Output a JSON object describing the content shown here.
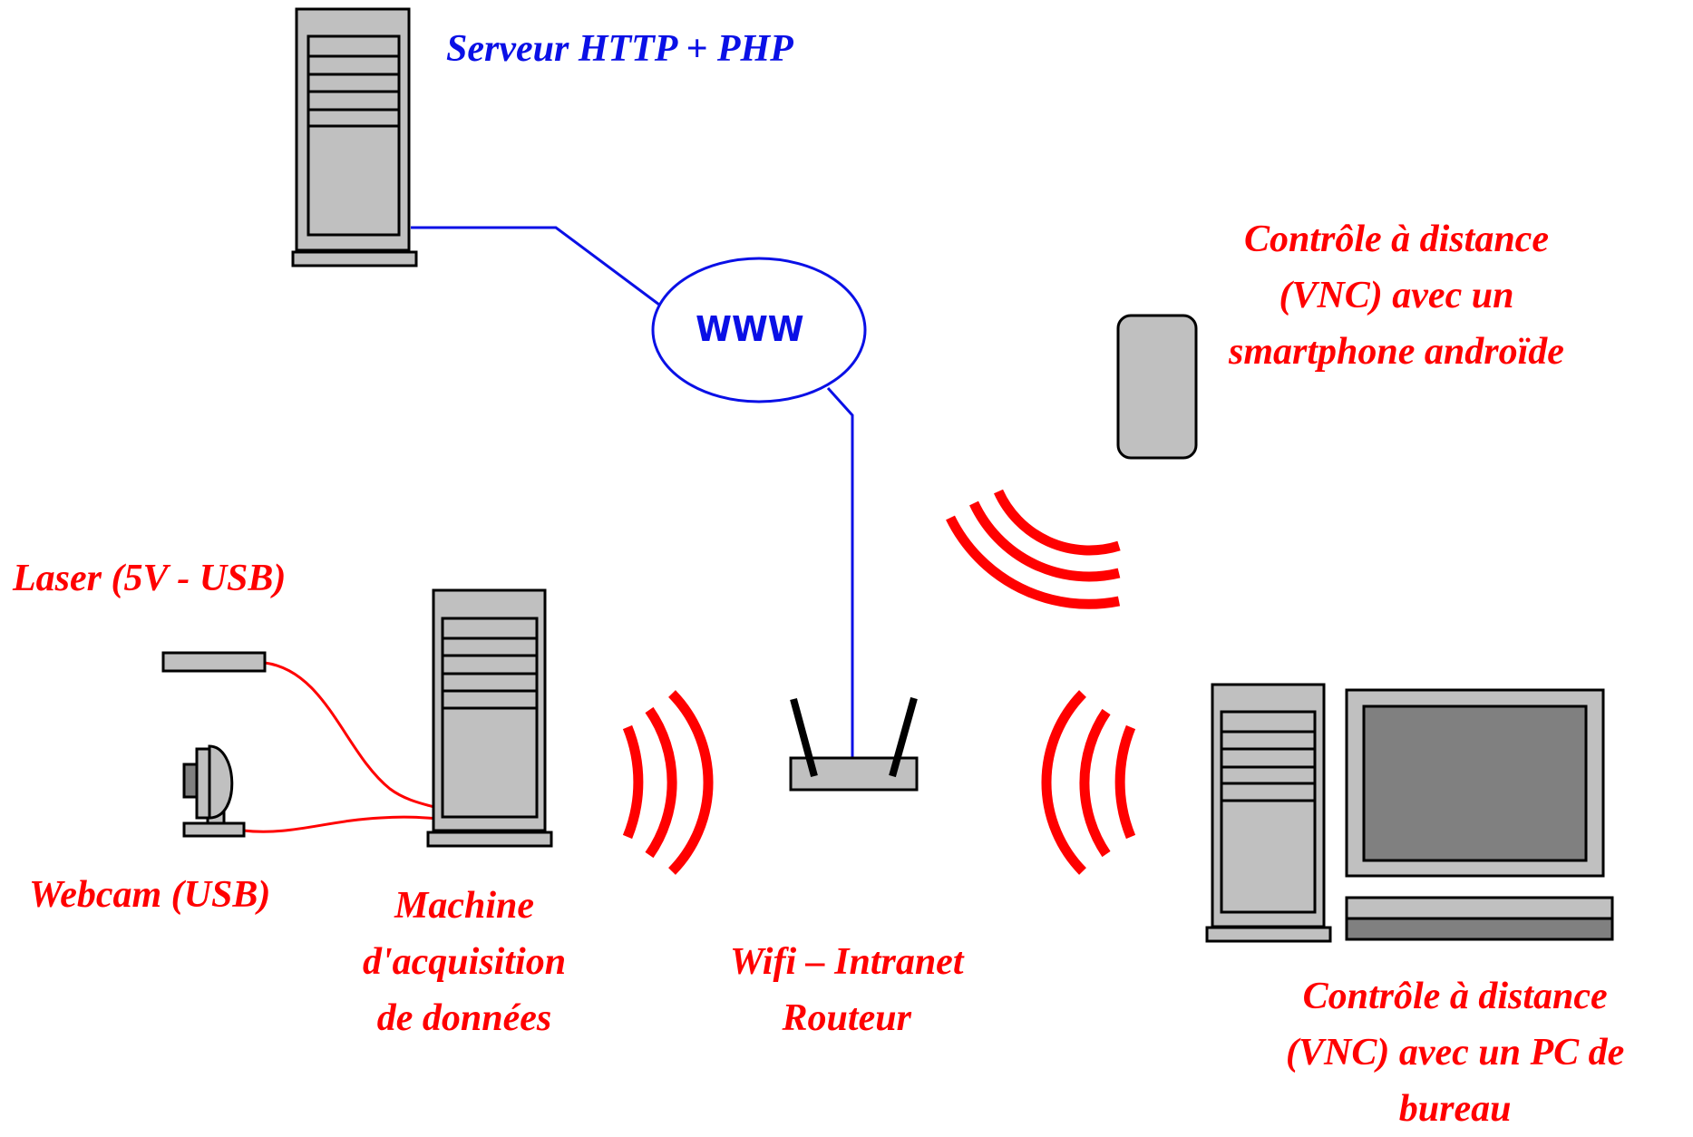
{
  "labels": {
    "server": "Serveur HTTP + PHP",
    "www": "WWW",
    "smartphone": [
      "Contrôle à distance",
      "(VNC) avec un",
      "smartphone androïde"
    ],
    "laser": "Laser (5V - USB)",
    "webcam": "Webcam (USB)",
    "acquisition": [
      "Machine",
      "d'acquisition",
      "de données"
    ],
    "router": [
      "Wifi – Intranet",
      "Routeur"
    ],
    "desktop_pc": [
      "Contrôle à distance",
      "(VNC) avec un PC de",
      "bureau"
    ]
  },
  "colors": {
    "wired_internet": "#0a10e6",
    "usb_cable": "#ff0000",
    "wifi_waves": "#ff0000",
    "device_fill": "#c0c0c0",
    "screen_fill": "#808080"
  },
  "icons": [
    "server-tower-icon",
    "cloud-ellipse-icon",
    "smartphone-icon",
    "laser-icon",
    "webcam-icon",
    "acquisition-tower-icon",
    "router-icon",
    "desktop-pc-icon",
    "monitor-icon",
    "keyboard-icon",
    "wifi-waves-icon"
  ]
}
